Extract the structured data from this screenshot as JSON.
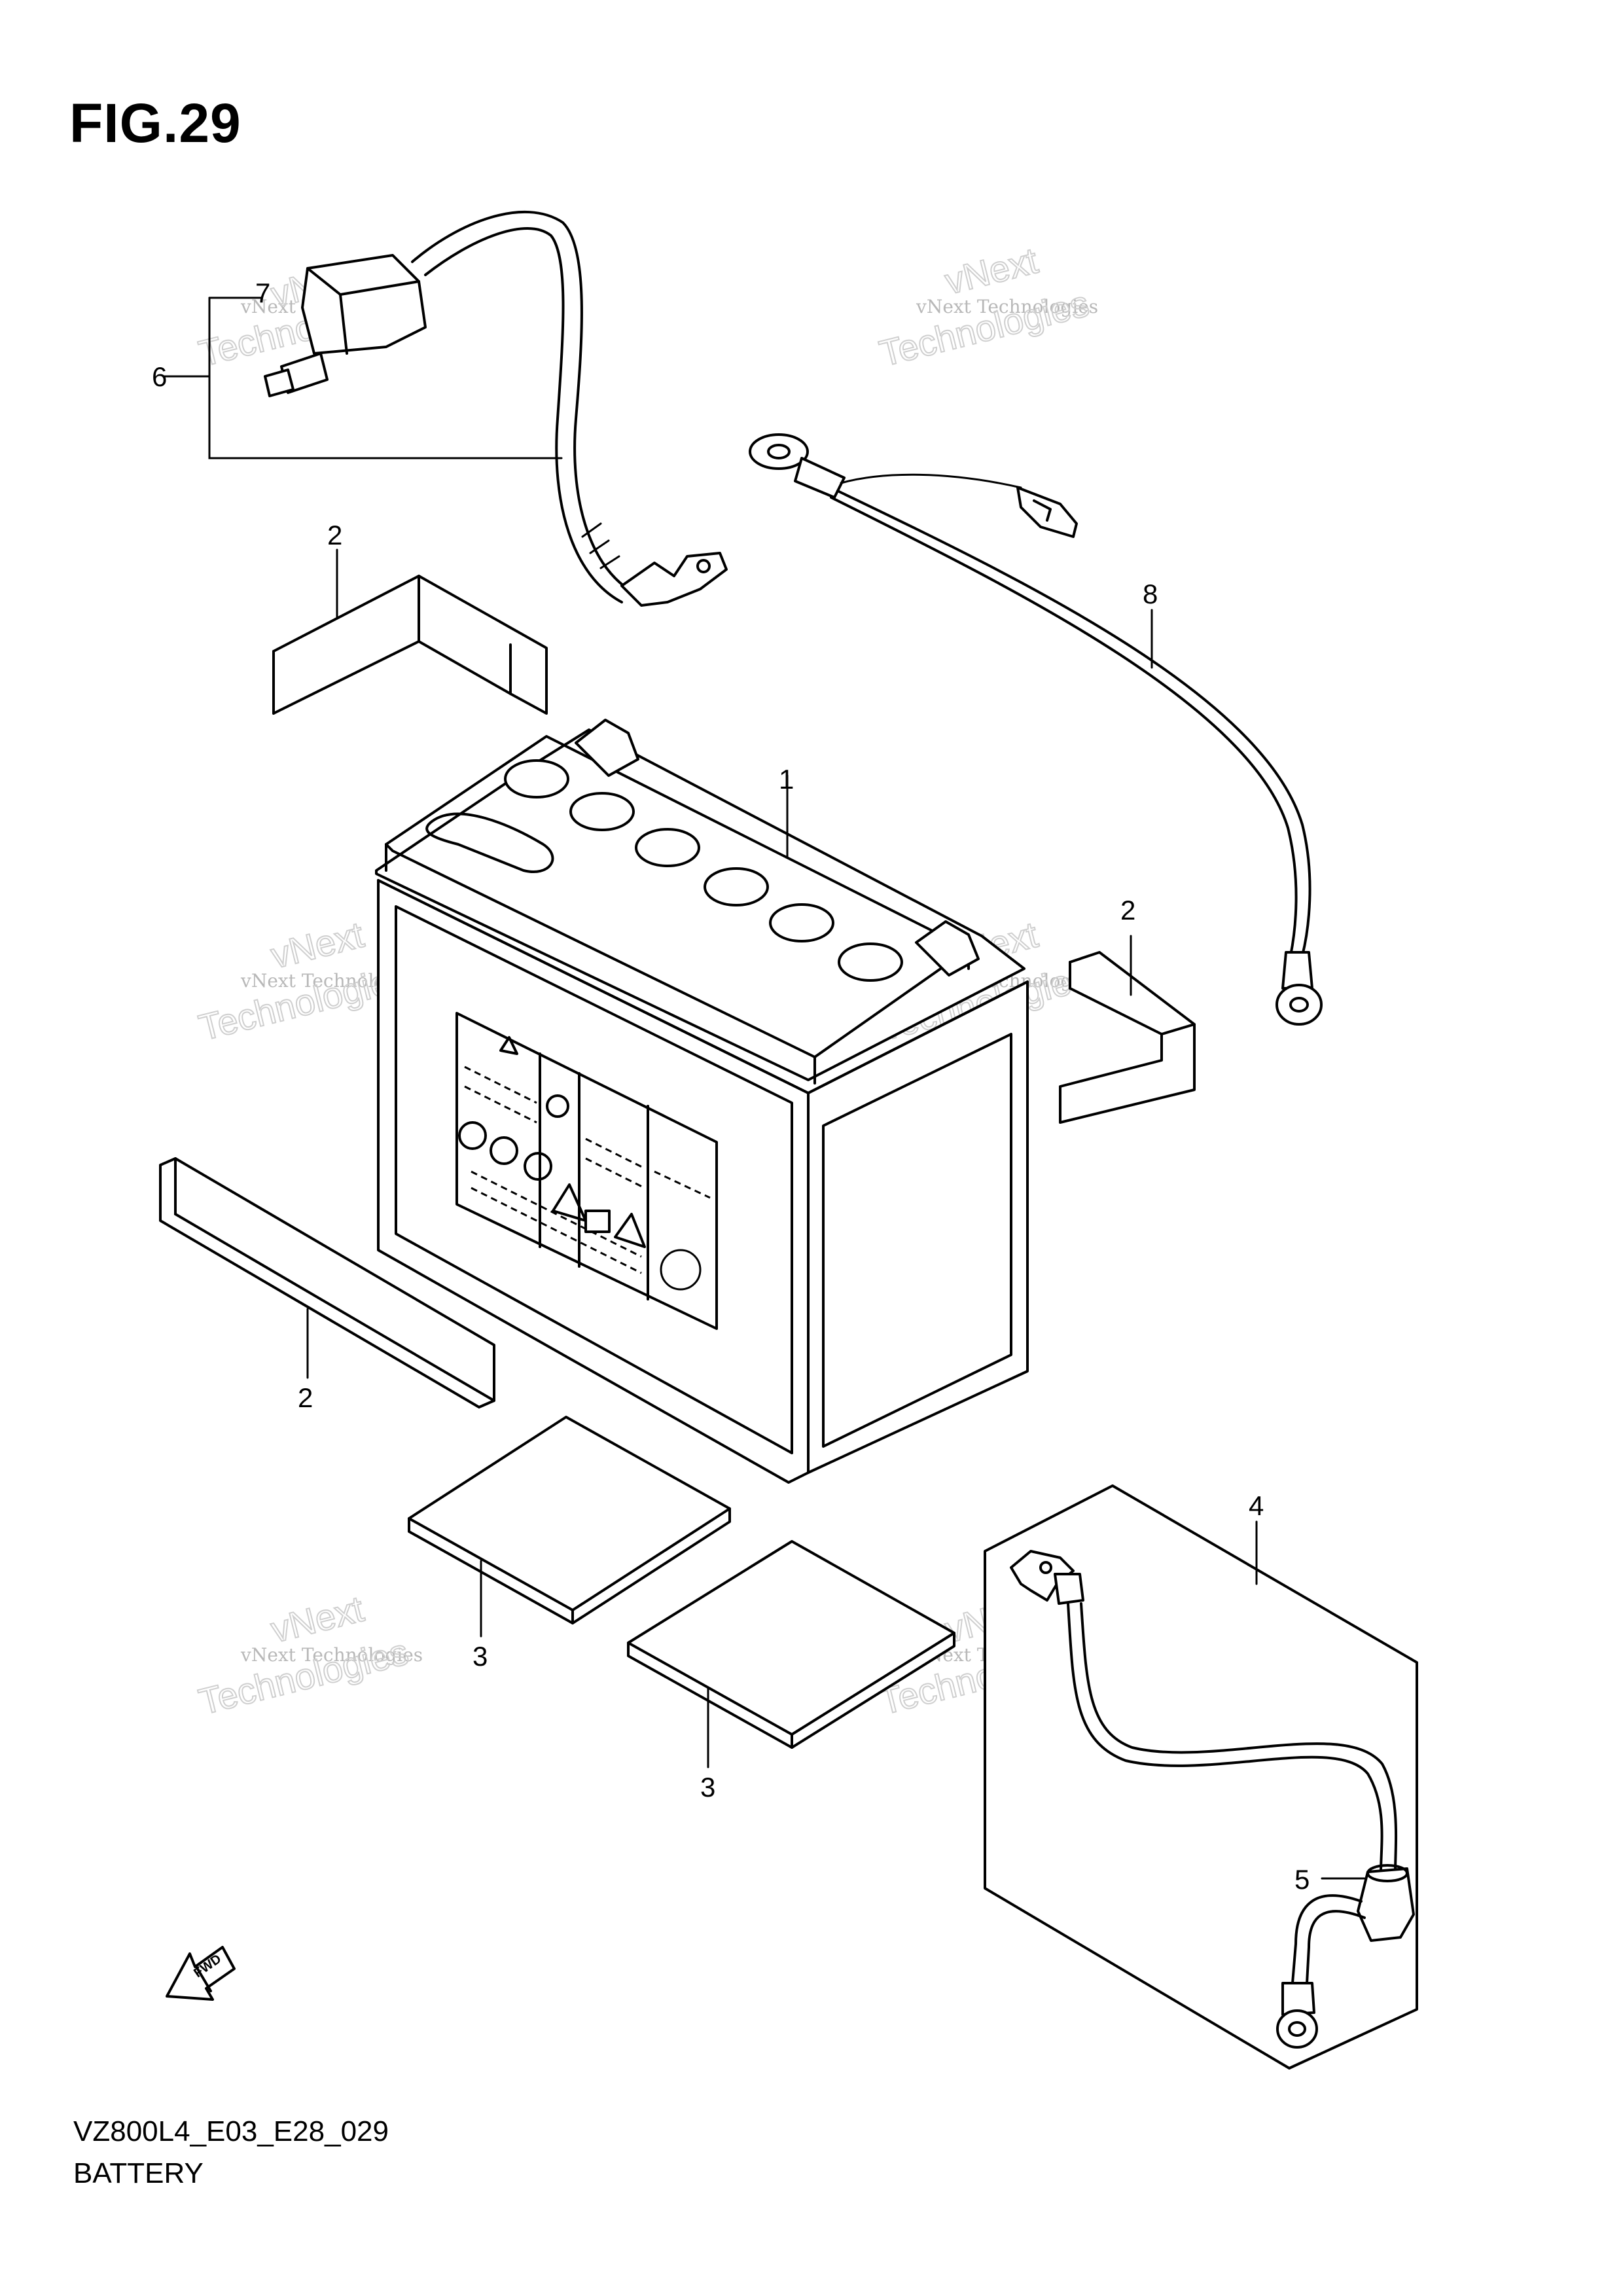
{
  "figure": {
    "title": "FIG.29",
    "code": "VZ800L4_E03_E28_029",
    "name": "BATTERY"
  },
  "callouts": {
    "c1": "1",
    "c2a": "2",
    "c2b": "2",
    "c2c": "2",
    "c3a": "3",
    "c3b": "3",
    "c4": "4",
    "c5": "5",
    "c6": "6",
    "c7": "7",
    "c8": "8"
  },
  "watermark": {
    "line1": "vNext Technologies",
    "big1": "vNext",
    "big2": "Technologies"
  },
  "fwd_label": "FWD",
  "colors": {
    "line": "#000000",
    "watermark": "#b8b8b8"
  }
}
